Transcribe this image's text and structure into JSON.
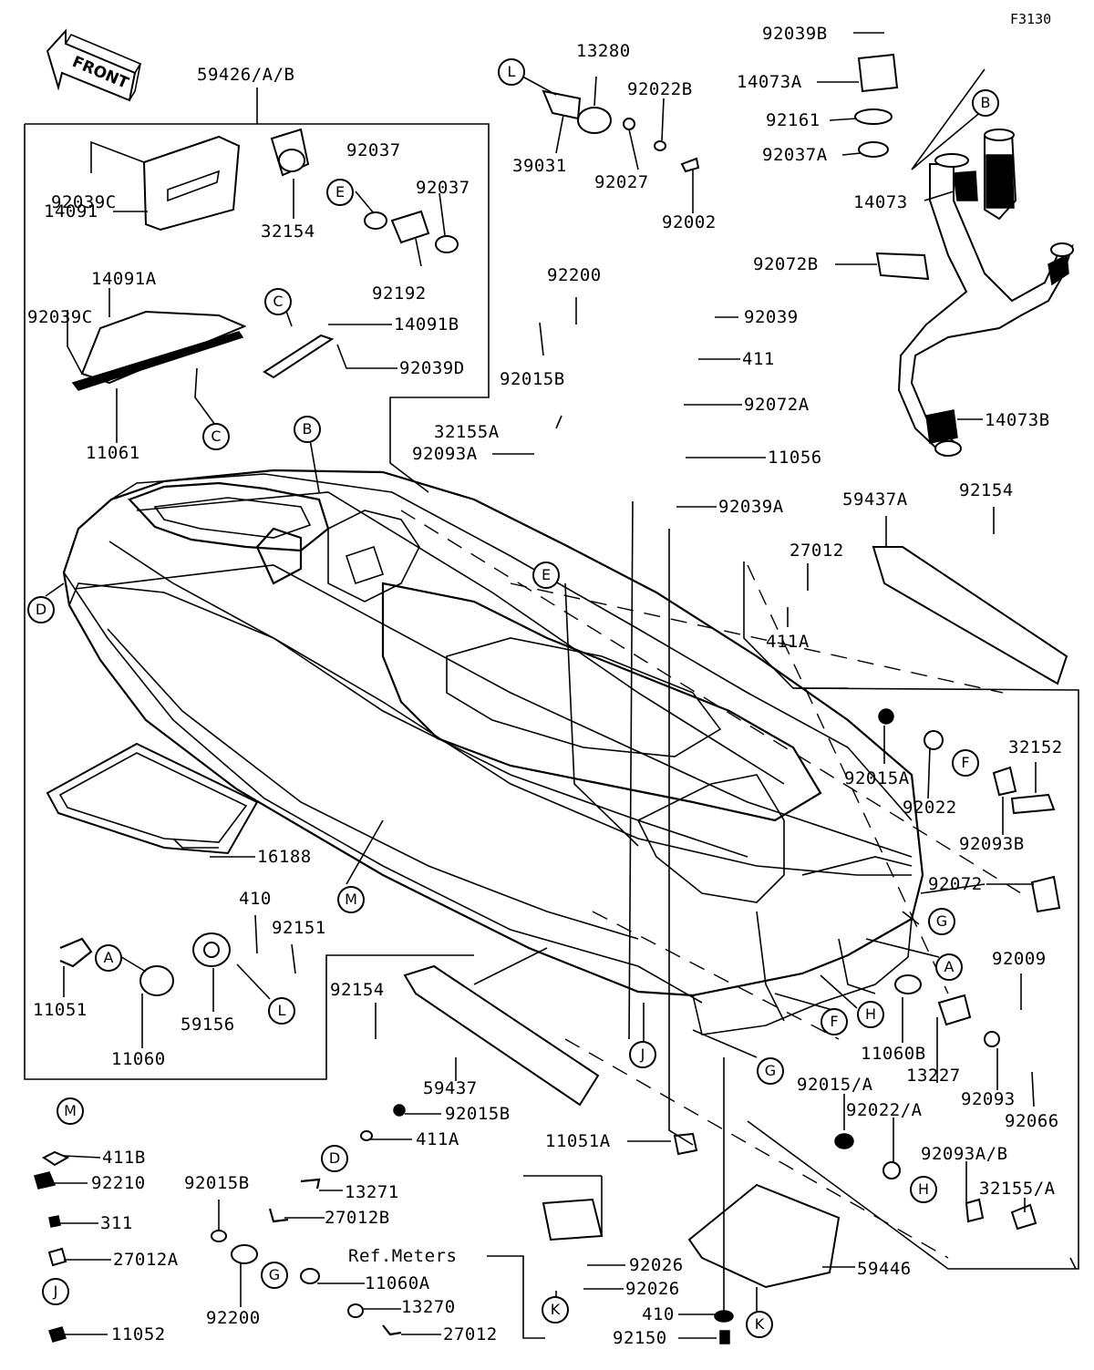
{
  "figure_number": "F3130",
  "front_label": "FRONT",
  "parts": [
    {
      "label": "92039B"
    },
    {
      "label": "14073A"
    },
    {
      "label": "92161"
    },
    {
      "label": "92037A"
    },
    {
      "label": "14073"
    },
    {
      "label": "92072B"
    },
    {
      "label": "14073B"
    },
    {
      "label": "59426/A/B"
    },
    {
      "label": "13280"
    },
    {
      "label": "92022B"
    },
    {
      "label": "39031"
    },
    {
      "label": "92027"
    },
    {
      "label": "92002"
    },
    {
      "label": "92039C"
    },
    {
      "label": "14091"
    },
    {
      "label": "32154"
    },
    {
      "label": "92037"
    },
    {
      "label": "92037"
    },
    {
      "label": "92192"
    },
    {
      "label": "14091A"
    },
    {
      "label": "92039C"
    },
    {
      "label": "14091B"
    },
    {
      "label": "92039D"
    },
    {
      "label": "11061"
    },
    {
      "label": "92200"
    },
    {
      "label": "92015B"
    },
    {
      "label": "92039"
    },
    {
      "label": "411"
    },
    {
      "label": "92072A"
    },
    {
      "label": "32155A"
    },
    {
      "label": "92093A"
    },
    {
      "label": "11056"
    },
    {
      "label": "92039A"
    },
    {
      "label": "59437A"
    },
    {
      "label": "92154"
    },
    {
      "label": "27012"
    },
    {
      "label": "411A"
    },
    {
      "label": "92015A"
    },
    {
      "label": "32152"
    },
    {
      "label": "92022"
    },
    {
      "label": "92093B"
    },
    {
      "label": "16188"
    },
    {
      "label": "92072"
    },
    {
      "label": "410"
    },
    {
      "label": "92151"
    },
    {
      "label": "92009"
    },
    {
      "label": "11051"
    },
    {
      "label": "59156"
    },
    {
      "label": "11060"
    },
    {
      "label": "92154"
    },
    {
      "label": "11060B"
    },
    {
      "label": "13227"
    },
    {
      "label": "92093"
    },
    {
      "label": "59437"
    },
    {
      "label": "92015/A"
    },
    {
      "label": "92066"
    },
    {
      "label": "92022/A"
    },
    {
      "label": "92015B"
    },
    {
      "label": "411A"
    },
    {
      "label": "411B"
    },
    {
      "label": "11051A"
    },
    {
      "label": "92093A/B"
    },
    {
      "label": "92210"
    },
    {
      "label": "32155/A"
    },
    {
      "label": "13271"
    },
    {
      "label": "311"
    },
    {
      "label": "92015B"
    },
    {
      "label": "27012B"
    },
    {
      "label": "27012A"
    },
    {
      "label": "Ref.Meters"
    },
    {
      "label": "92026"
    },
    {
      "label": "59446"
    },
    {
      "label": "11060A"
    },
    {
      "label": "92026"
    },
    {
      "label": "92200"
    },
    {
      "label": "13270"
    },
    {
      "label": "11052"
    },
    {
      "label": "27012"
    },
    {
      "label": "410"
    },
    {
      "label": "92150"
    }
  ],
  "refs": [
    {
      "letter": "L"
    },
    {
      "letter": "B"
    },
    {
      "letter": "E"
    },
    {
      "letter": "C"
    },
    {
      "letter": "C"
    },
    {
      "letter": "B"
    },
    {
      "letter": "D"
    },
    {
      "letter": "E"
    },
    {
      "letter": "F"
    },
    {
      "letter": "G"
    },
    {
      "letter": "M"
    },
    {
      "letter": "A"
    },
    {
      "letter": "A"
    },
    {
      "letter": "L"
    },
    {
      "letter": "H"
    },
    {
      "letter": "F"
    },
    {
      "letter": "J"
    },
    {
      "letter": "G"
    },
    {
      "letter": "M"
    },
    {
      "letter": "D"
    },
    {
      "letter": "H"
    },
    {
      "letter": "G"
    },
    {
      "letter": "J"
    },
    {
      "letter": "K"
    },
    {
      "letter": "K"
    }
  ]
}
